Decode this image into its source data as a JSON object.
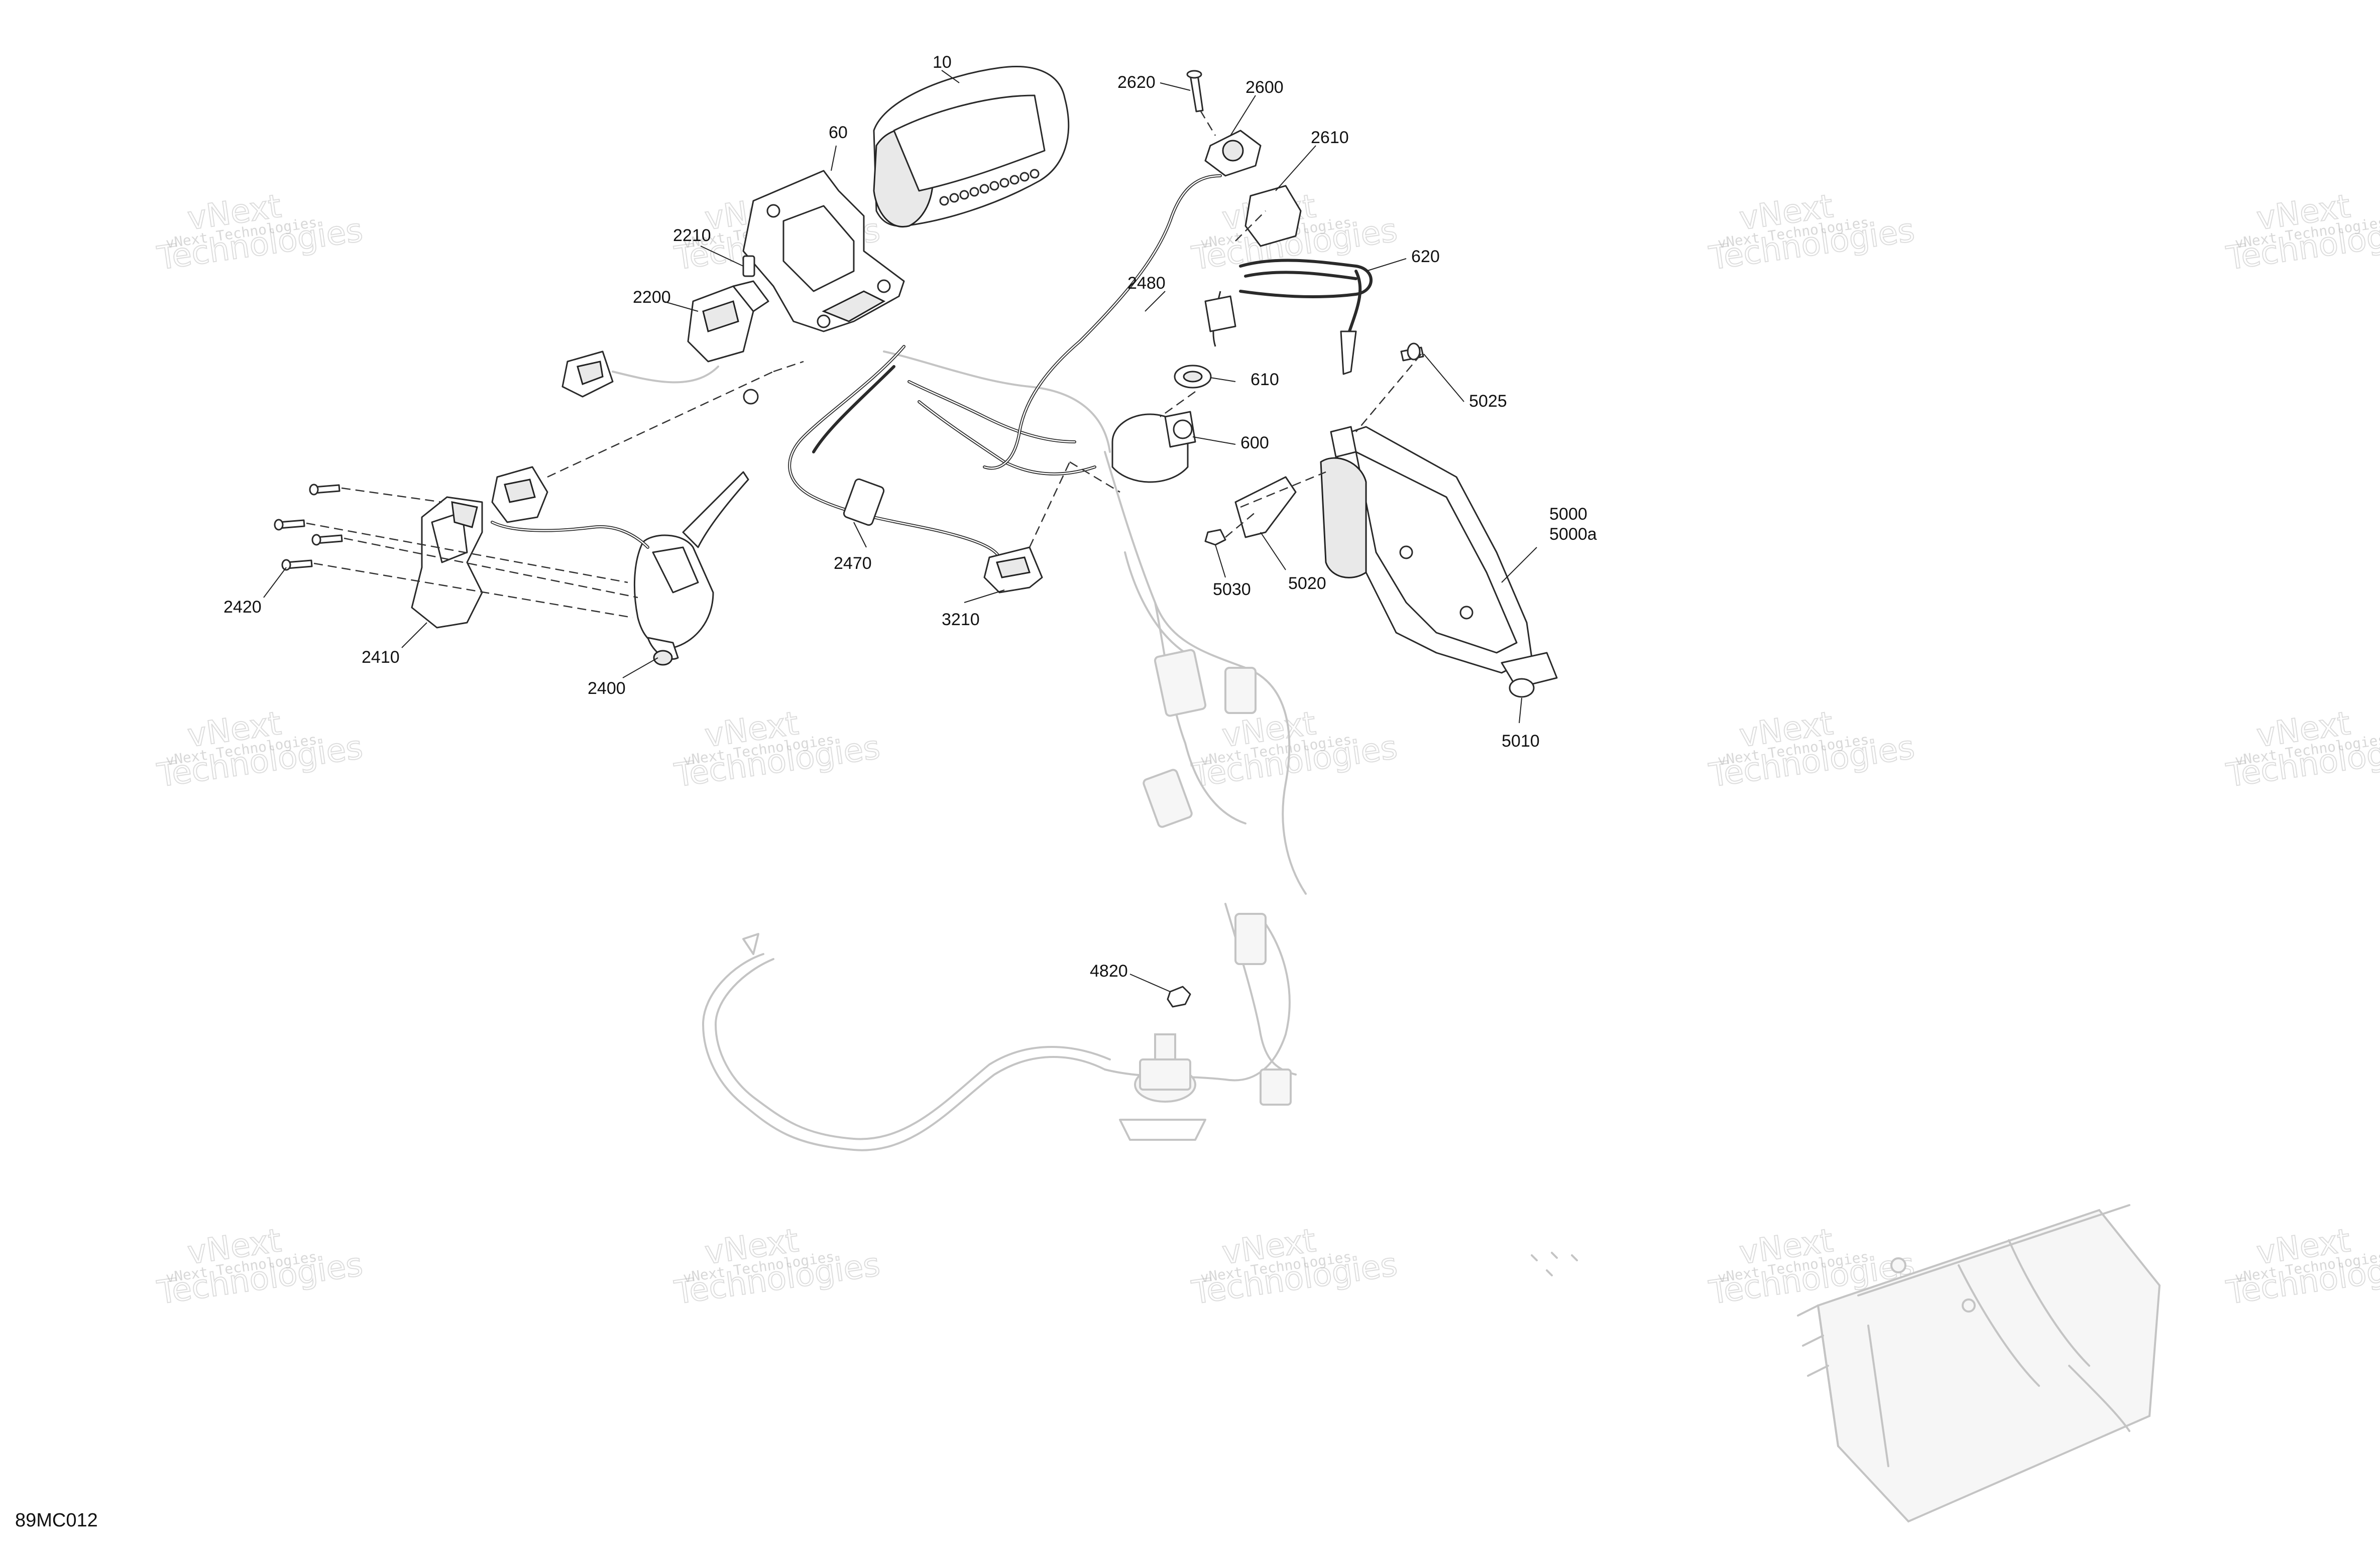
{
  "drawing_id": "89MC012",
  "watermark": {
    "line1": "vNext Technologies",
    "line2_top": "vNext",
    "line2_bottom": "Technologies"
  },
  "callouts": {
    "c10": "10",
    "c60": "60",
    "c2210": "2210",
    "c2200": "2200",
    "c2620": "2620",
    "c2600": "2600",
    "c2610": "2610",
    "c620": "620",
    "c2480": "2480",
    "c610": "610",
    "c600": "600",
    "c5025": "5025",
    "c5000": "5000",
    "c5000a": "5000a",
    "c5030": "5030",
    "c5020": "5020",
    "c5010": "5010",
    "c2470": "2470",
    "c3210": "3210",
    "c2420": "2420",
    "c2410": "2410",
    "c2400": "2400",
    "c4820": "4820"
  },
  "colors": {
    "line": "#2a2a2a",
    "ghost": "#c4c4c4",
    "watermark": "#b9b9b9"
  }
}
